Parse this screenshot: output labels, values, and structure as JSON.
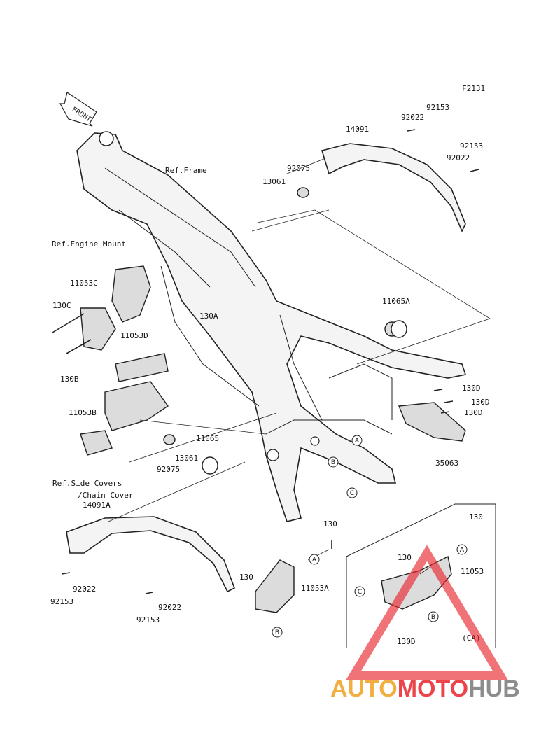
{
  "figure_code": "F2131",
  "front_arrow": "FRONT",
  "refs": {
    "frame": "Ref.Frame",
    "engine_mount": "Ref.Engine Mount",
    "side_covers_1": "Ref.Side Covers",
    "side_covers_2": "/Chain Cover"
  },
  "parts": {
    "p92153_a": "92153",
    "p92022_a": "92022",
    "p14091": "14091",
    "p92153_b": "92153",
    "p92022_b": "92022",
    "p92075_a": "92075",
    "p13061_a": "13061",
    "p11065A": "11065A",
    "p11053C": "11053C",
    "p130C": "130C",
    "p130A": "130A",
    "p11053D": "11053D",
    "p130B": "130B",
    "p11053B": "11053B",
    "p11065": "11065",
    "p13061_b": "13061",
    "p92075_b": "92075",
    "p14091A": "14091A",
    "p130D_a": "130D",
    "p130D_b": "130D",
    "p130D_c": "130D",
    "p35063": "35063",
    "p130_a": "130",
    "p130_b": "130",
    "p11053A": "11053A",
    "p130_c": "130",
    "p130_d": "130",
    "p11053": "11053",
    "p130D_d": "130D",
    "p92022_c": "92022",
    "p92153_c": "92153",
    "p92022_d": "92022",
    "p92153_d": "92153",
    "ca": "(CA)"
  },
  "markers": {
    "a": "A",
    "b": "B",
    "c": "C"
  },
  "watermark": {
    "part1": "AUTO",
    "part2": "MOTO",
    "part3": "HUB"
  },
  "colors": {
    "watermark_orange": "#f2a020",
    "watermark_red": "#e8242c",
    "watermark_grey": "#7a7a7a"
  }
}
